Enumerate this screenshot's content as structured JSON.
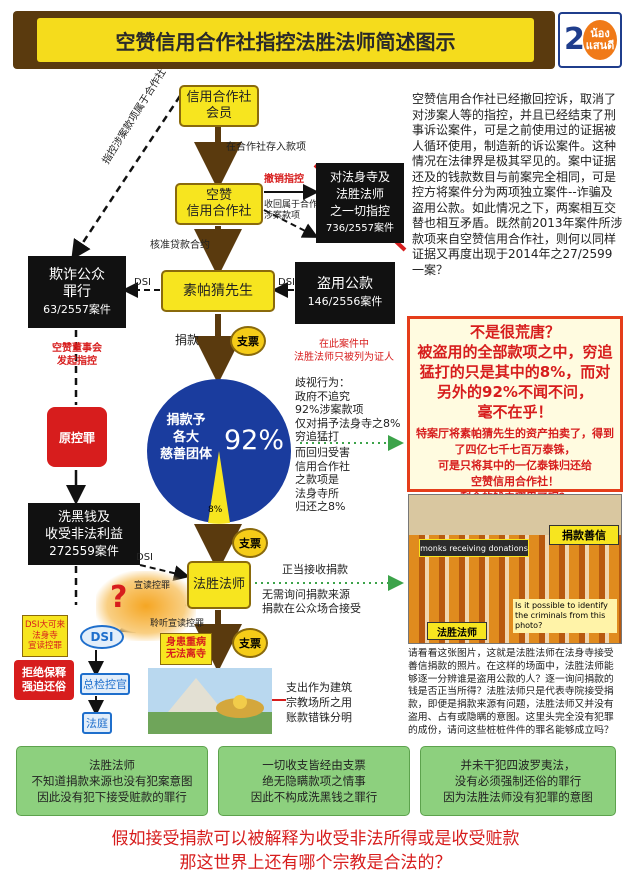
{
  "header": {
    "title": "空赞信用合作社指控法胜法师简述图示",
    "page_number": "2",
    "logo_text": "น้อง แสนดี"
  },
  "flow": {
    "credit_union_members": "信用合作社\n会员",
    "deposit_label": "在合作社存入款项",
    "credit_union": "空赞\n信用合作社",
    "withdraw_charge": "撤销指控",
    "reclaim_label": "收回属于合作社\n涉案款项",
    "temple_box": "对法身寺及\n法胜法师\n之一切指控",
    "temple_case": "736/2557案件",
    "loan_contract": "核准贷款合约",
    "left_vertical": "指控涉案款项属于合作社",
    "fraud_box": "欺诈公众\n罪行",
    "fraud_case": "63/2557案件",
    "dsi_left": "DSI",
    "suporn": "素帕猜先生",
    "dsi_right": "DSI",
    "embezzle_box": "盗用公款",
    "embezzle_case": "146/2556案件",
    "donation_label": "捐款",
    "cheque1": "支票",
    "witness_note": "在此案件中\n法胜法师只被列为证人",
    "board_note": "空赞董事会\n发起指控",
    "donated_charities": "捐款予\n各大\n慈善团体",
    "pct_big": "92%",
    "pct_small": "8%",
    "discrimination": "歧视行为：\n政府不追究\n92%涉案款项\n仅对捐予法身寺之8%\n穷追猛打",
    "return_request": "而回归受害\n信用合作社\n之款项是\n法身寺所\n归还之8%",
    "original_charge": "原控罪",
    "money_laundering": "洗黑钱及\n收受非法利益",
    "ml_case": "272559案件",
    "dsi_mid": "DSI",
    "cheque2": "支票",
    "monk": "法胜法师",
    "read_charge": "宣读控罪",
    "listen_read": "聆听宣读控罪",
    "accept_donation": "正当接收捐款",
    "no_need_source": "无需询问捐款来源\n捐款在公众场合接受",
    "dsi_arrest": "DSI大可来\n法身寺\n宣读控罪",
    "dsi_oval": "DSI",
    "sick": "身患重病\n无法离寺",
    "cheque3": "支票",
    "prosecutor": "总检控官",
    "court": "法庭",
    "refuse_bail": "拒绝保释\n强迫还俗",
    "support_build": "支出作为建筑\n宗教场所之用\n账款错铢分明",
    "question_mark": "?"
  },
  "right_text": "空赞信用合作社已经撤回控诉，取消了对涉案人等的指控，并且已经结束了刑事诉讼案件，可是之前使用过的证据被人循环使用，制造新的诉讼案件。这种情况在法律界是极其罕见的。案中证据还及的钱款数目与前案完全相同，可是控方将案件分为两项独立案件--诈骗及盗用公款。如此情况之下，两案相互交替也相互矛盾。既然前2013年案件所涉款项来自空赞信用合作社，则何以同样证据又再度出现于2014年之27/2599一案？",
  "callout": {
    "title": "不是很荒唐？\n被盗用的全部款项之中，穷追猛打的只是其中的8%，而对另外的92%不闻不问，\n毫不在乎！",
    "body": "特案厅将素帕猜先生的资产拍卖了，得到了四亿七千七百万泰铢，\n可是只将其中的一亿泰铢归还给\n空赞信用合作社！\n剩余的钱去哪里了呢？"
  },
  "photo": {
    "label_donation": "捐款善信",
    "label_monks": "monks receiving donations",
    "label_monk": "法胜法师",
    "label_question": "Is it possible to identify the criminals from this photo?"
  },
  "caption": "请看看这张图片，这就是法胜法师在法身寺接受善信捐款的照片。在这样的场面中，法胜法师能够逐一分辨谁是盗用公款的人？逐一询问捐款的钱是否正当所得？法胜法师只是代表寺院接受捐款，即便是捐款来源有问题，法胜法师又并没有盗用、占有或隐瞒的意图。这里头完全没有犯罪的成份，请问这些桩桩件件的罪名能够成立吗？",
  "bottom_boxes": [
    {
      "l1": "法胜法师",
      "l2": "不知道捐款来源也没有犯案意图",
      "l3": "因此没有犯下接受赃款的罪行"
    },
    {
      "l1": "一切收支皆经由支票",
      "l2": "绝无隐瞒款项之情事",
      "l3": "因此不构成洗黑钱之罪行"
    },
    {
      "l1": "并未干犯四波罗夷法，",
      "l2": "没有必须强制还俗的罪行",
      "l3": "因为法胜法师没有犯罪的意图"
    }
  ],
  "footer": {
    "line1": "假如接受捐款可以被解释为收受非法所得或是收受赃款",
    "line2": "那这世界上还有哪个宗教是合法的？"
  },
  "colors": {
    "accent_yellow": "#f7e51f",
    "header_brown": "#5a3a0e",
    "pie_blue": "#1a3c9e",
    "red": "#d71d1d",
    "green": "#8dd07e"
  }
}
